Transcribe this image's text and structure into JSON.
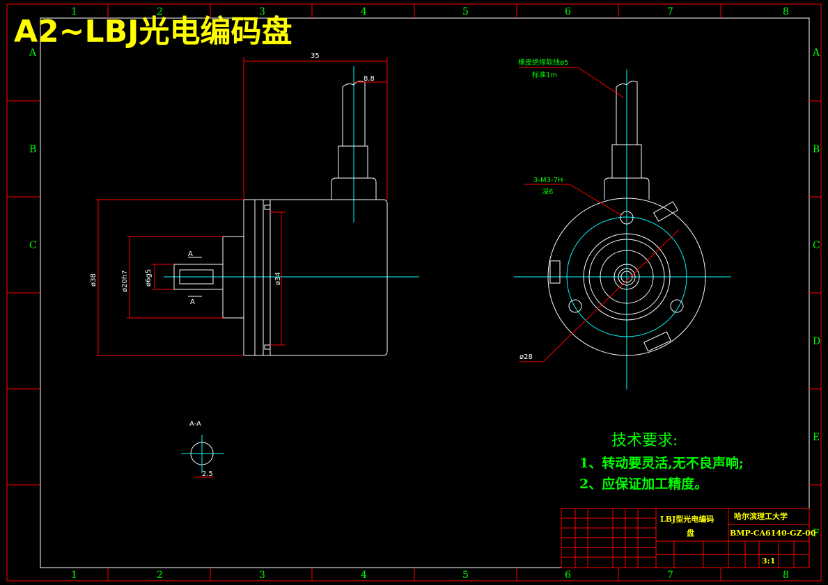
{
  "title": "A2~LBJ光电编码盘",
  "grid": {
    "columns": [
      "1",
      "2",
      "3",
      "4",
      "5",
      "6",
      "7",
      "8"
    ],
    "rows": [
      "A",
      "B",
      "C",
      "D",
      "E",
      "F"
    ]
  },
  "side_view": {
    "dim_length": "35",
    "dim_cable_offset": "8.8",
    "dim_outer_dia": "ø38",
    "dim_pilot_dia": "ø20h7",
    "dim_shaft_dia": "ø6g5",
    "dim_body_dia": "ø34",
    "section_mark_top": "A",
    "section_mark_bottom": "A"
  },
  "front_view": {
    "cable_note_line1": "橡皮绝缘软线ø5",
    "cable_note_line2": "标准1m",
    "thread_note_line1": "3-M3-7H",
    "thread_note_line2": "深6",
    "dim_bolt_circle": "ø28"
  },
  "section_view": {
    "label": "A-A",
    "dim_flat": "2.5"
  },
  "requirements": {
    "title": "技术要求:",
    "item1": "1、转动要灵活,无不良声响;",
    "item2": "2、应保证加工精度。"
  },
  "title_block": {
    "part_name_line1": "LBJ型光电编码",
    "part_name_line2": "盘",
    "school": "哈尔滨理工大学",
    "drawing_no": "BMP-CA6140-GZ-00",
    "scale": "3:1"
  }
}
